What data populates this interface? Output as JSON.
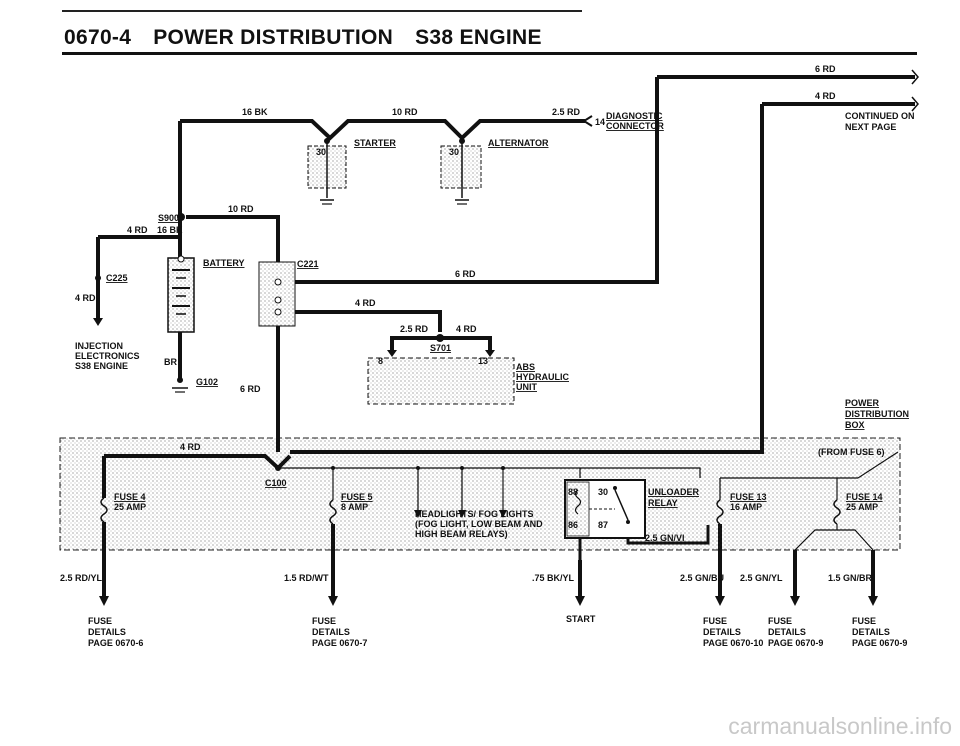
{
  "header": {
    "page_code": "0670-4",
    "section": "POWER DISTRIBUTION",
    "engine": "S38 ENGINE"
  },
  "labels": {
    "w_6rd_top": "6 RD",
    "w_4rd_top": "4 RD",
    "continued_1": "CONTINUED ON",
    "continued_2": "NEXT PAGE",
    "w_16bk": "16 BK",
    "w_10rd_top": "10 RD",
    "w_25rd": "2.5 RD",
    "diag_pin": "14",
    "diag_1": "DIAGNOSTIC",
    "diag_2": "CONNECTOR",
    "starter": "STARTER",
    "alternator": "ALTERNATOR",
    "pin30_a": "30",
    "pin30_b": "30",
    "s900": "S900",
    "w_10rd_s900": "10 RD",
    "w_4rd_left": "4 RD",
    "w_16bk_left": "16 BK",
    "battery": "BATTERY",
    "c225": "C225",
    "w_4rd_c225": "4 RD",
    "c221": "C221",
    "w_6rd_mid": "6 RD",
    "w_4rd_mid": "4 RD",
    "injection_1": "INJECTION",
    "injection_2": "ELECTRONICS",
    "injection_3": "S38 ENGINE",
    "br": "BR",
    "g102": "G102",
    "w_6rd_left": "6 RD",
    "w_25rd_s701": "2.5 RD",
    "w_4rd_s701": "4 RD",
    "s701": "S701",
    "pin8": "8",
    "pin13": "13",
    "abs_1": "ABS",
    "abs_2": "HYDRAULIC",
    "abs_3": "UNIT",
    "pdb_1": "POWER",
    "pdb_2": "DISTRIBUTION",
    "pdb_3": "BOX",
    "w_4rd_box": "4 RD",
    "from_fuse": "(FROM FUSE 6)",
    "c100": "C100",
    "fuse4": "FUSE 4",
    "fuse4_amp": "25 AMP",
    "fuse5": "FUSE 5",
    "fuse5_amp": "8 AMP",
    "headlights_1": "HEADLIGHTS/ FOG LIGHTS",
    "headlights_2": "(FOG LIGHT, LOW BEAM AND",
    "headlights_3": "HIGH BEAM RELAYS)",
    "relay_1": "UNLOADER",
    "relay_2": "RELAY",
    "relay_30": "30",
    "relay_87": "87",
    "relay_86": "86",
    "relay_88": "88",
    "w_25gnvi": "2.5 GN/VI",
    "fuse13": "FUSE 13",
    "fuse13_amp": "16 AMP",
    "fuse14": "FUSE 14",
    "fuse14_amp": "25 AMP",
    "w_out1": "2.5 RD/YL",
    "w_out2": "1.5 RD/WT",
    "w_out3": ".75 BK/YL",
    "w_out4": "2.5 GN/BU",
    "w_out5": "2.5 GN/YL",
    "w_out6": "1.5 GN/BR",
    "d1_1": "FUSE",
    "d1_2": "DETAILS",
    "d1_3": "PAGE 0670-6",
    "d2_1": "FUSE",
    "d2_2": "DETAILS",
    "d2_3": "PAGE 0670-7",
    "start": "START",
    "d4_1": "FUSE",
    "d4_2": "DETAILS",
    "d4_3": "PAGE 0670-10",
    "d5_1": "FUSE",
    "d5_2": "DETAILS",
    "d5_3": "PAGE 0670-9",
    "d6_1": "FUSE",
    "d6_2": "DETAILS",
    "d6_3": "PAGE 0670-9"
  },
  "watermark": "carmanualsonline.info"
}
